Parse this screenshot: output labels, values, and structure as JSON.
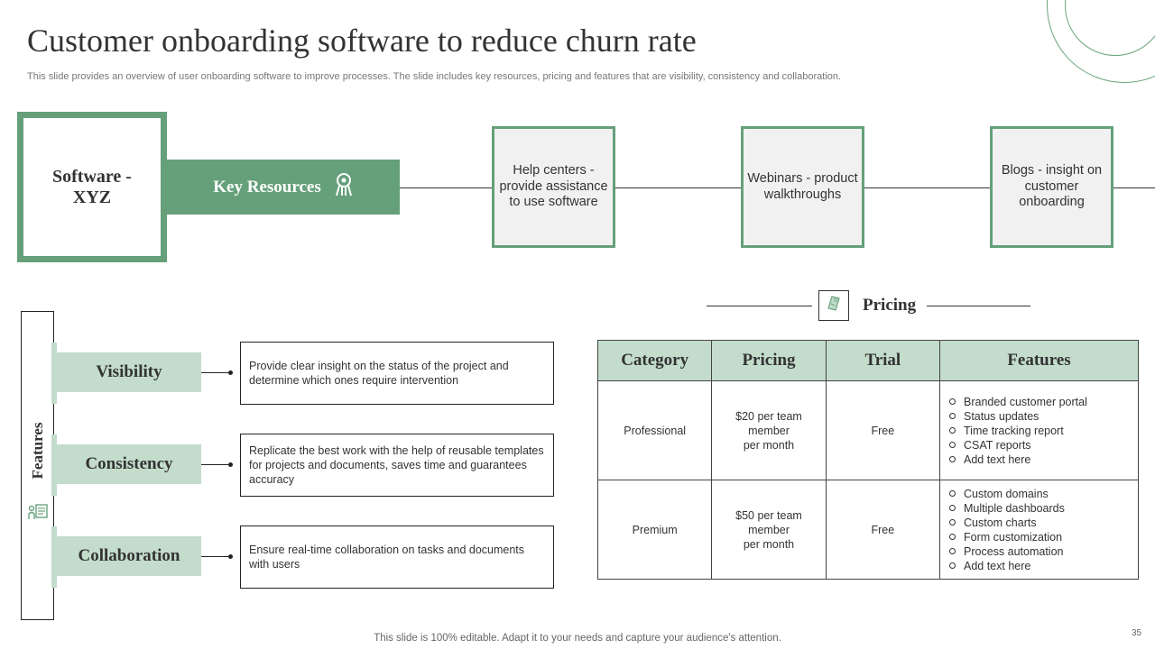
{
  "slide": {
    "title": "Customer onboarding software to reduce churn rate",
    "subtitle": "This slide provides an overview of user onboarding software to improve processes. The slide includes key resources, pricing and features that are visibility, consistency and collaboration.",
    "footer": "This slide is 100% editable. Adapt it to your needs and capture your audience's attention.",
    "page_number": "35"
  },
  "software": {
    "line1": "Software -",
    "line2": "XYZ"
  },
  "key_resources": {
    "label": "Key Resources",
    "icon": "robot-icon",
    "cards": [
      "Help centers - provide assistance to use software",
      "Webinars - product walkthroughs",
      "Blogs - insight on customer onboarding"
    ]
  },
  "features": {
    "label": "Features",
    "icon": "features-icon",
    "items": [
      {
        "name": "Visibility",
        "description": "Provide  clear insight on the status of the project and determine  which ones require  intervention"
      },
      {
        "name": "Consistency",
        "description": "Replicate the best work with the help of reusable templates for projects and documents, saves  time and guarantees  accuracy"
      },
      {
        "name": "Collaboration",
        "description": "Ensure real-time collaboration  on tasks and documents with users"
      }
    ]
  },
  "pricing": {
    "title": "Pricing",
    "icon": "price-tag-icon",
    "columns": [
      "Category",
      "Pricing",
      "Trial",
      "Features"
    ],
    "rows": [
      {
        "category": "Professional",
        "price_lines": [
          "$20  per team",
          "member",
          "per month"
        ],
        "trial": "Free",
        "features": [
          "Branded  customer portal",
          "Status updates",
          "Time tracking report",
          "CSAT reports",
          "Add text here"
        ]
      },
      {
        "category": "Premium",
        "price_lines": [
          "$50  per team",
          "member",
          "per month"
        ],
        "trial": "Free",
        "features": [
          "Custom domains",
          "Multiple dashboards",
          "Custom charts",
          "Form customization",
          "Process automation",
          "Add text here"
        ]
      }
    ]
  },
  "colors": {
    "accent_green": "#65a07a",
    "light_green": "#c3dccb",
    "card_gray": "#f1f1f1"
  }
}
